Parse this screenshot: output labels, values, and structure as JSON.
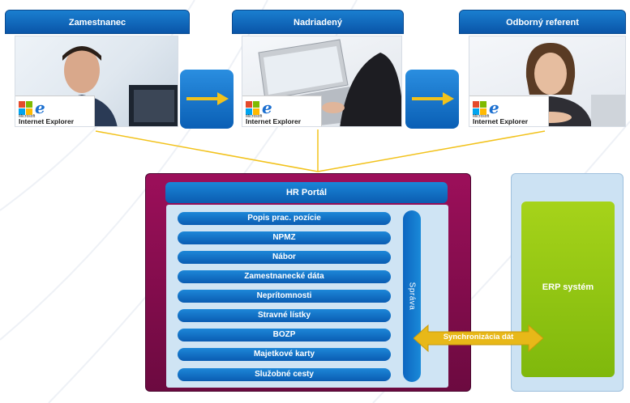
{
  "roles": [
    {
      "label": "Zamestnanec"
    },
    {
      "label": "Nadriadený"
    },
    {
      "label": "Odborný referent"
    }
  ],
  "ie_logo": {
    "maker": "Microsoft",
    "product": "Internet Explorer",
    "icon": "internet-explorer-icon"
  },
  "portal": {
    "title": "HR Portál",
    "modules": [
      "Popis prac. pozície",
      "NPMZ",
      "Nábor",
      "Zamestnanecké dáta",
      "Neprítomnosti",
      "Stravné lístky",
      "BOZP",
      "Majetkové karty",
      "Služobné cesty"
    ],
    "admin_label": "Správa"
  },
  "erp": {
    "label": "ERP systém"
  },
  "sync": {
    "label": "Synchronizácia dát"
  },
  "colors": {
    "tab_blue": "#0a55a8",
    "portal_magenta": "#8a0d50",
    "erp_green": "#90c412",
    "arrow_yellow": "#f2c21b"
  }
}
